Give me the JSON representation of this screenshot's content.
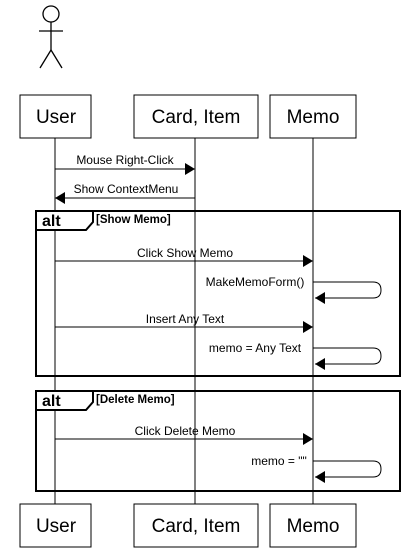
{
  "participants": [
    {
      "id": "user",
      "label": "User"
    },
    {
      "id": "card",
      "label": "Card, Item"
    },
    {
      "id": "memo",
      "label": "Memo"
    }
  ],
  "messages": [
    {
      "label": "Mouse Right-Click",
      "from": "user",
      "to": "card"
    },
    {
      "label": "Show ContextMenu",
      "from": "card",
      "to": "user"
    },
    {
      "label": "Click Show Memo",
      "from": "user",
      "to": "memo"
    },
    {
      "label": "MakeMemoForm()",
      "from": "memo",
      "to": "memo"
    },
    {
      "label": "Insert Any Text",
      "from": "user",
      "to": "memo"
    },
    {
      "label": "memo = Any Text",
      "from": "memo",
      "to": "memo"
    },
    {
      "label": "Click Delete Memo",
      "from": "user",
      "to": "memo"
    },
    {
      "label": "memo = \"\"",
      "from": "memo",
      "to": "memo"
    }
  ],
  "fragments": [
    {
      "keyword": "alt",
      "guard": "[Show Memo]"
    },
    {
      "keyword": "alt",
      "guard": "[Delete Memo]"
    }
  ]
}
